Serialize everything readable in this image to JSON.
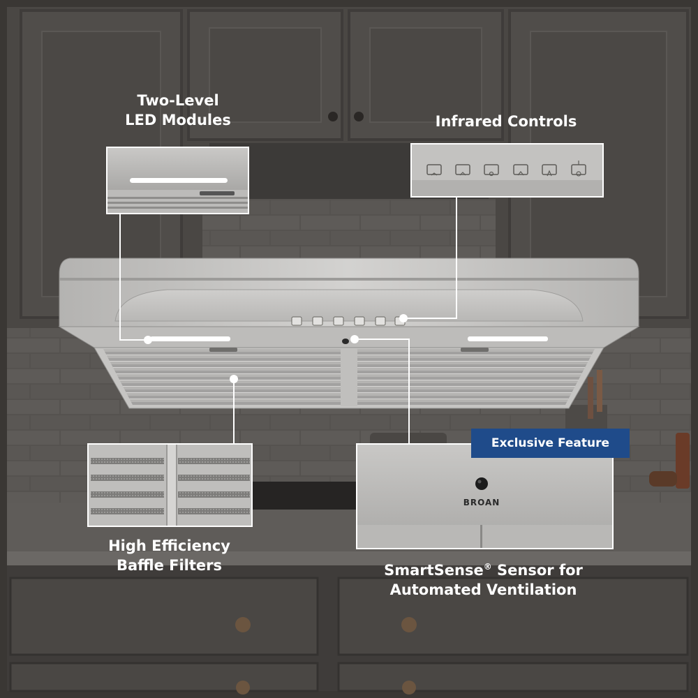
{
  "callouts": {
    "led": {
      "line1": "Two-Level",
      "line2": "LED Modules"
    },
    "infrared": {
      "text": "Infrared Controls"
    },
    "baffle": {
      "line1": "High Efficiency",
      "line2": "Baffle Filters"
    },
    "sensor": {
      "line1_a": "SmartSense",
      "line1_mark": "®",
      "line1_b": " Sensor for",
      "line2": "Automated Ventilation"
    }
  },
  "badge": {
    "text": "Exclusive Feature"
  },
  "brand": {
    "logo_text": "BROAN"
  },
  "control_icons": [
    "fan-low-icon",
    "fan-medium-icon",
    "fan-high-icon",
    "boost-icon",
    "auto-icon",
    "timer-power-icon"
  ],
  "colors": {
    "badge_blue": "#1f4b8a",
    "callout_text": "#ffffff",
    "leader_line": "#ffffff",
    "led_glow": "#ffffff"
  }
}
